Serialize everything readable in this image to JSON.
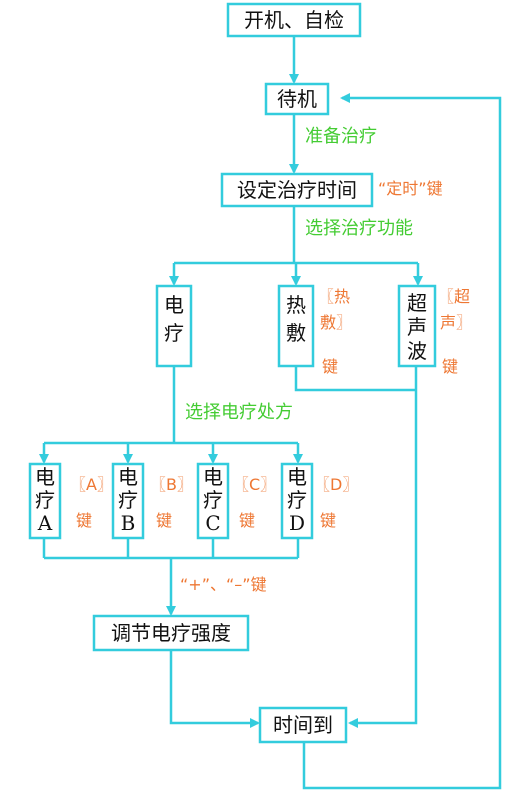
{
  "colors": {
    "line": "#33ccdd",
    "step_label": "#44cc33",
    "key_label": "#ee7733",
    "text": "#111111"
  },
  "nodes": {
    "start": "开机、自检",
    "standby": "待机",
    "set_time": "设定治疗时间",
    "electro": [
      "电",
      "疗"
    ],
    "heat": [
      "热",
      "敷"
    ],
    "ultrasound": [
      "超",
      "声",
      "波"
    ],
    "rx_a": [
      "电",
      "疗",
      "A"
    ],
    "rx_b": [
      "电",
      "疗",
      "B"
    ],
    "rx_c": [
      "电",
      "疗",
      "C"
    ],
    "rx_d": [
      "电",
      "疗",
      "D"
    ],
    "adjust": "调节电疗强度",
    "time_up": "时间到"
  },
  "edge_labels": {
    "prepare": "准备治疗",
    "timer_key": "“定时”键",
    "select_function": "选择治疗功能",
    "heat_key": [
      "〖热",
      "敷〗",
      "键"
    ],
    "ultra_key": [
      "〖超",
      "声〗",
      "键"
    ],
    "select_rx": "选择电疗处方",
    "a_key": [
      "〖A〗",
      "键"
    ],
    "b_key": [
      "〖B〗",
      "键"
    ],
    "c_key": [
      "〖C〗",
      "键"
    ],
    "d_key": [
      "〖D〗",
      "键"
    ],
    "plus_minus_key": "“+”、“–”键"
  }
}
